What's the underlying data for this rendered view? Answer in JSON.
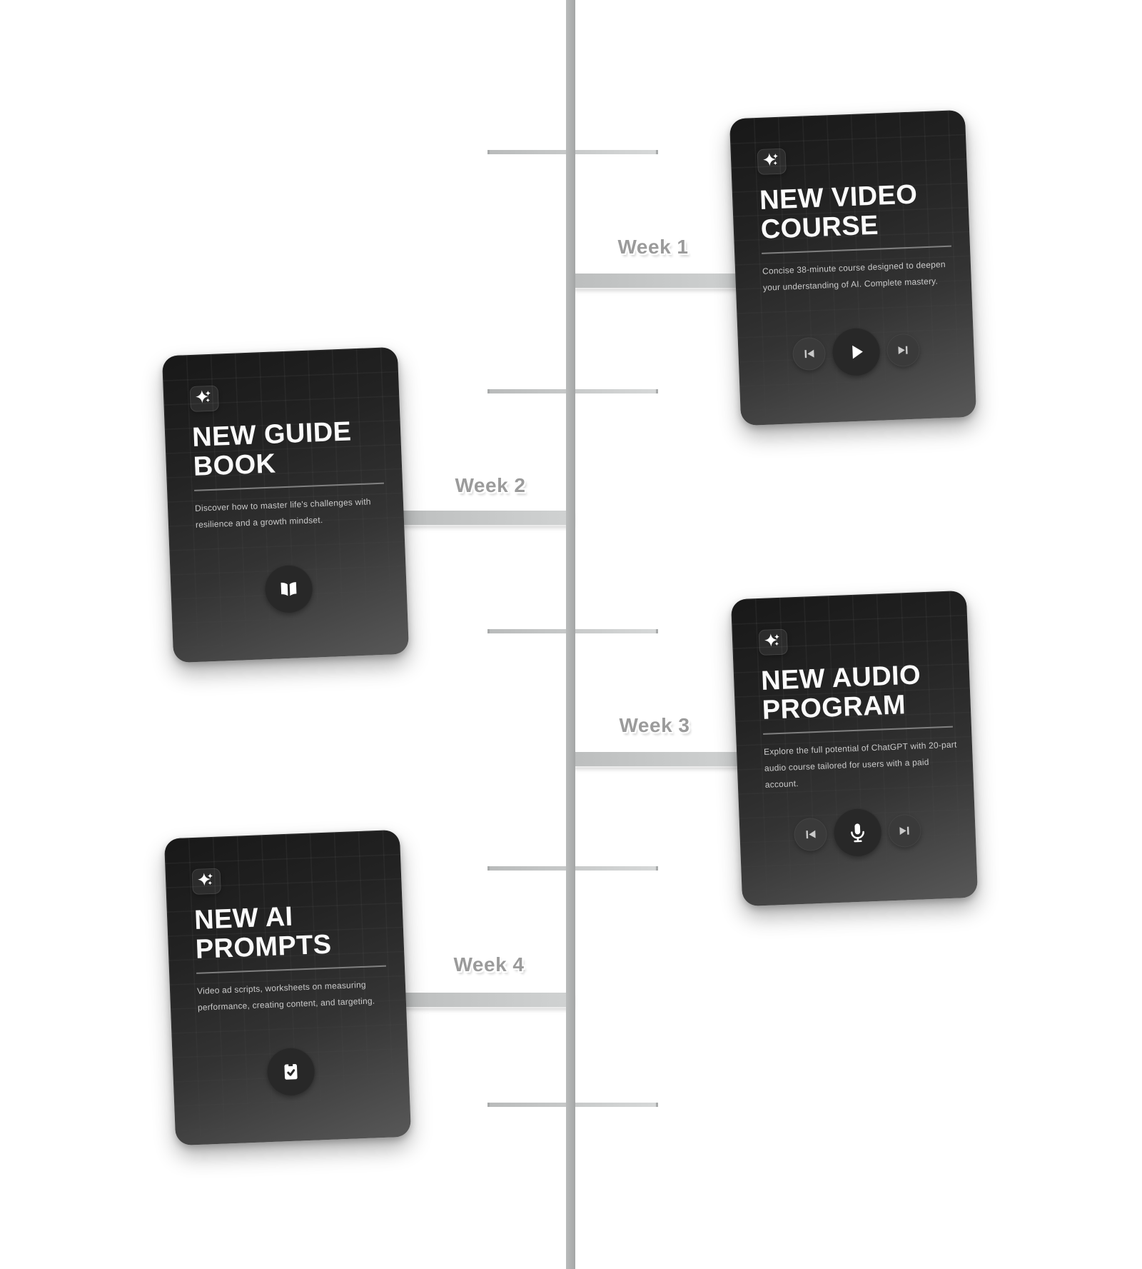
{
  "timeline": {
    "weeks": [
      {
        "label": "Week 1"
      },
      {
        "label": "Week 2"
      },
      {
        "label": "Week 3"
      },
      {
        "label": "Week 4"
      }
    ],
    "colors": {
      "spine": "#aeb0b0",
      "connector": "#c8caca",
      "week_label": "#9b9b9b",
      "card_background_top": "#181818",
      "card_background_bottom": "#585858",
      "card_title": "#fafafa",
      "card_description": "#c9c9c9"
    }
  },
  "cards": [
    {
      "id": "video-course",
      "title": "NEW VIDEO\nCOURSE",
      "description": "Concise 38-minute course designed to deepen\nyour understanding of AI. Complete mastery.",
      "badge_icon": "sparkles-icon",
      "controls": [
        "skip-back",
        "play",
        "skip-forward"
      ]
    },
    {
      "id": "guide-book",
      "title": "NEW GUIDE\nBOOK",
      "description": "Discover how to master life's challenges with\nresilience and a growth mindset.",
      "badge_icon": "sparkles-icon",
      "controls": [
        "open-book"
      ]
    },
    {
      "id": "audio-program",
      "title": "NEW AUDIO\nPROGRAM",
      "description": "Explore the full potential of ChatGPT with 20-part\naudio course tailored for users with a paid account.",
      "badge_icon": "sparkles-icon",
      "controls": [
        "skip-back",
        "microphone",
        "skip-forward"
      ]
    },
    {
      "id": "ai-prompts",
      "title": "NEW AI\nPROMPTS",
      "description": "Video ad scripts, worksheets on measuring\nperformance, creating content, and targeting.",
      "badge_icon": "sparkles-icon",
      "controls": [
        "clipboard-check"
      ]
    }
  ]
}
